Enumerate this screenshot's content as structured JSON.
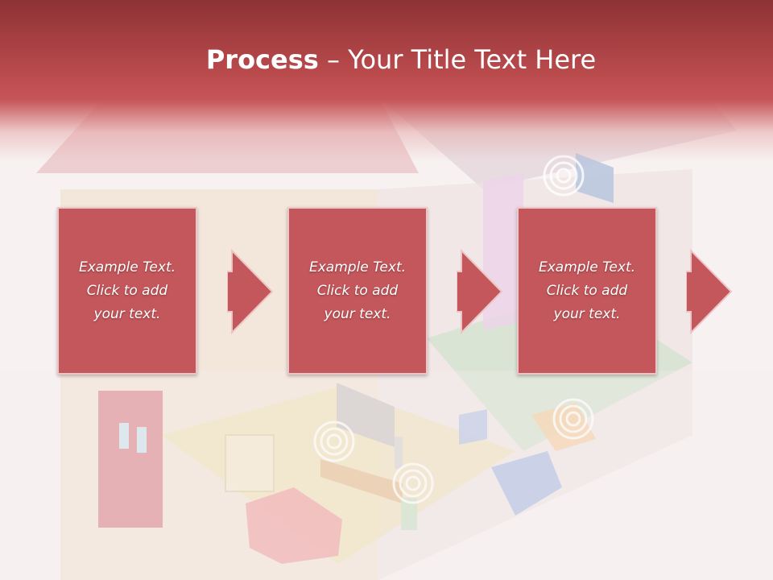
{
  "slide": {
    "title_bold": "Process",
    "title_separator": " – ",
    "title_rest": "Your Title Text Here"
  },
  "process_steps": [
    {
      "text": "Example Text.\nClick  to add\nyour text."
    },
    {
      "text": "Example Text.\nClick  to add\nyour text."
    },
    {
      "text": "Example Text.\nClick  to add\nyour text."
    }
  ],
  "colors": {
    "header": "#b94a4c",
    "step_fill": "#c4575b",
    "step_border": "#ecc6c6",
    "arrow_fill": "#c4575b",
    "title_text": "#ffffff"
  }
}
